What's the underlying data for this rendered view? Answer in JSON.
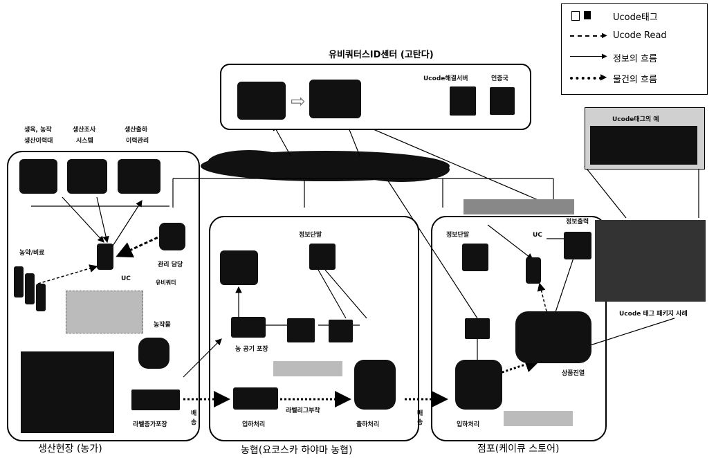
{
  "legend": {
    "items": [
      {
        "icon": "tag-icon",
        "label": "Ucode태그"
      },
      {
        "icon": "dashed-arrow-icon",
        "label": "Ucode Read"
      },
      {
        "icon": "thin-arrow-icon",
        "label": "정보의 흐름"
      },
      {
        "icon": "thick-dotted-arrow-icon",
        "label": "물건의 흐름"
      }
    ]
  },
  "center": {
    "title": "유비쿼터스ID센터 (고탄다)",
    "server_label": "Ucode해결서버",
    "auth_label": "인증국"
  },
  "farm": {
    "col1_top": "생육, 농작",
    "col1_bottom": "생산이력대",
    "col2_top": "생산조사",
    "col2_bottom": "시스템",
    "col3_top": "생산출하",
    "col3_bottom": "이력관리",
    "farmer_label": "농약/비료",
    "uc_label": "UC",
    "mgmt_label": "관리 담당",
    "u_label": "유비쿼터",
    "farmland_label": "농작물",
    "ship_label": "라벨증가포장",
    "bottom_title": "생산현장 (농가)"
  },
  "coop": {
    "terminal_label": "정보단말",
    "pack_label": "농 공기 포장",
    "receive_label": "입하처리",
    "relabel_label": "라벨리그부착",
    "ship_label": "출하처리",
    "transport1": "배송",
    "bottom_title": "농협(요코스카 하야마 농협)"
  },
  "store": {
    "terminal_label": "정보단말",
    "uc_label": "UC",
    "info_label": "정보출력",
    "receive_label": "입하처리",
    "sale_label": "상품진열",
    "transport2": "배송",
    "bottom_title": "점포(케이큐 스토어)"
  },
  "tag_example": {
    "title": "Ucode태그의 예",
    "caption": "Ucode 태그 패키지 사례"
  }
}
